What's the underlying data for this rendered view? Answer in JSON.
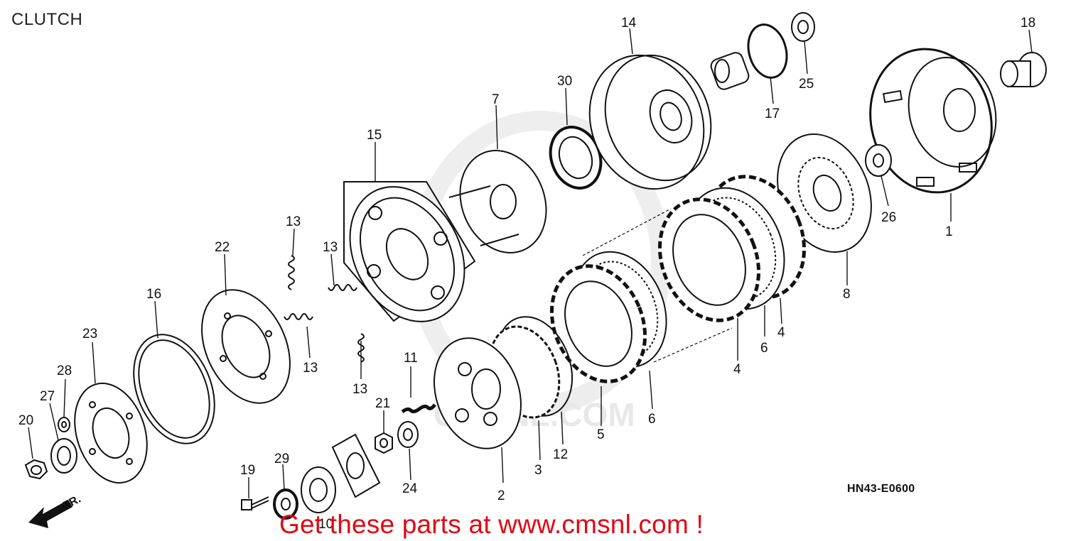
{
  "title": "CLUTCH",
  "diagram_code": "HN43-E0600",
  "footer": "Get these parts at www.cmsnl.com !",
  "front_arrow_label": "FR.",
  "watermark_text": "CMSNL.COM",
  "promo_color": "#e30613",
  "part_numbers": [
    "1",
    "2",
    "3",
    "4",
    "4",
    "5",
    "6",
    "6",
    "7",
    "8",
    "10",
    "11",
    "12",
    "13",
    "13",
    "13",
    "13",
    "14",
    "15",
    "16",
    "17",
    "18",
    "19",
    "20",
    "21",
    "22",
    "23",
    "24",
    "25",
    "26",
    "27",
    "28",
    "29",
    "30"
  ]
}
